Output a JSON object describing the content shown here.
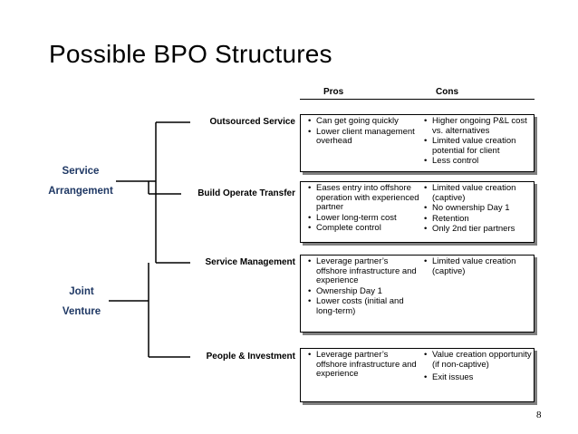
{
  "title": "Possible BPO Structures",
  "columns": {
    "pros": "Pros",
    "cons": "Cons"
  },
  "categories": [
    {
      "lines": [
        "Service",
        "Arrangement"
      ]
    },
    {
      "lines": [
        "Joint",
        "Venture"
      ]
    }
  ],
  "rows": [
    {
      "label": "Outsourced Service",
      "pros": [
        "Can get going quickly",
        "Lower client management overhead"
      ],
      "cons": [
        "Higher ongoing P&L cost vs. alternatives",
        "Limited value creation potential for client",
        "Less control"
      ]
    },
    {
      "label": "Build Operate Transfer",
      "pros": [
        "Eases entry into offshore operation with experienced partner",
        "Lower long-term cost",
        "Complete control"
      ],
      "cons": [
        "Limited value creation (captive)",
        "No ownership Day 1",
        "Retention",
        "Only 2nd tier partners"
      ]
    },
    {
      "label": "Service Management",
      "pros": [
        "Leverage partner’s offshore infrastructure and experience",
        "Ownership Day 1",
        "Lower costs (initial and long-term)"
      ],
      "cons": [
        "Limited value creation (captive)"
      ]
    },
    {
      "label": "People & Investment",
      "pros": [
        "Leverage partner’s offshore infrastructure and experience"
      ],
      "cons": [
        "Value creation opportunity (if non-captive)",
        "Exit issues"
      ]
    }
  ],
  "page_number": "8"
}
